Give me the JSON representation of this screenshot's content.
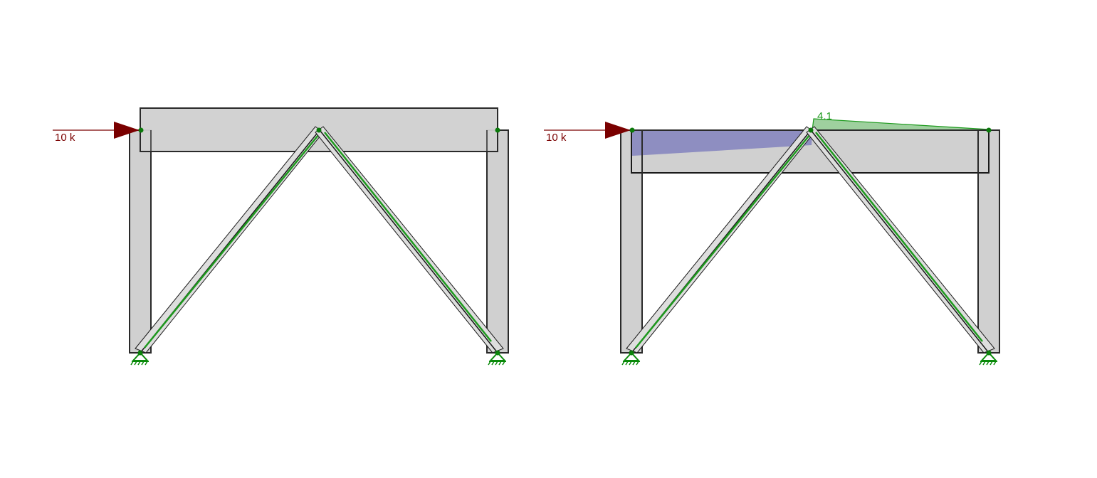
{
  "colors": {
    "background": "#ffffff",
    "member_fill": "#d0d0d0",
    "member_stroke": "#2a2a2a",
    "brace_fill": "#dedede",
    "load": "#7a0000",
    "node": "#0a7a0a",
    "support": "#0a8a0a",
    "axial_green": "#1e9a1e",
    "diagram_blue": "#8a8ac0",
    "diagram_green": "#9ed09e"
  },
  "left_frame": {
    "load_label": "10 k",
    "load_arrow": "load-arrow-right"
  },
  "right_frame": {
    "load_label": "10 k",
    "diagram_value_label": "4.1"
  }
}
